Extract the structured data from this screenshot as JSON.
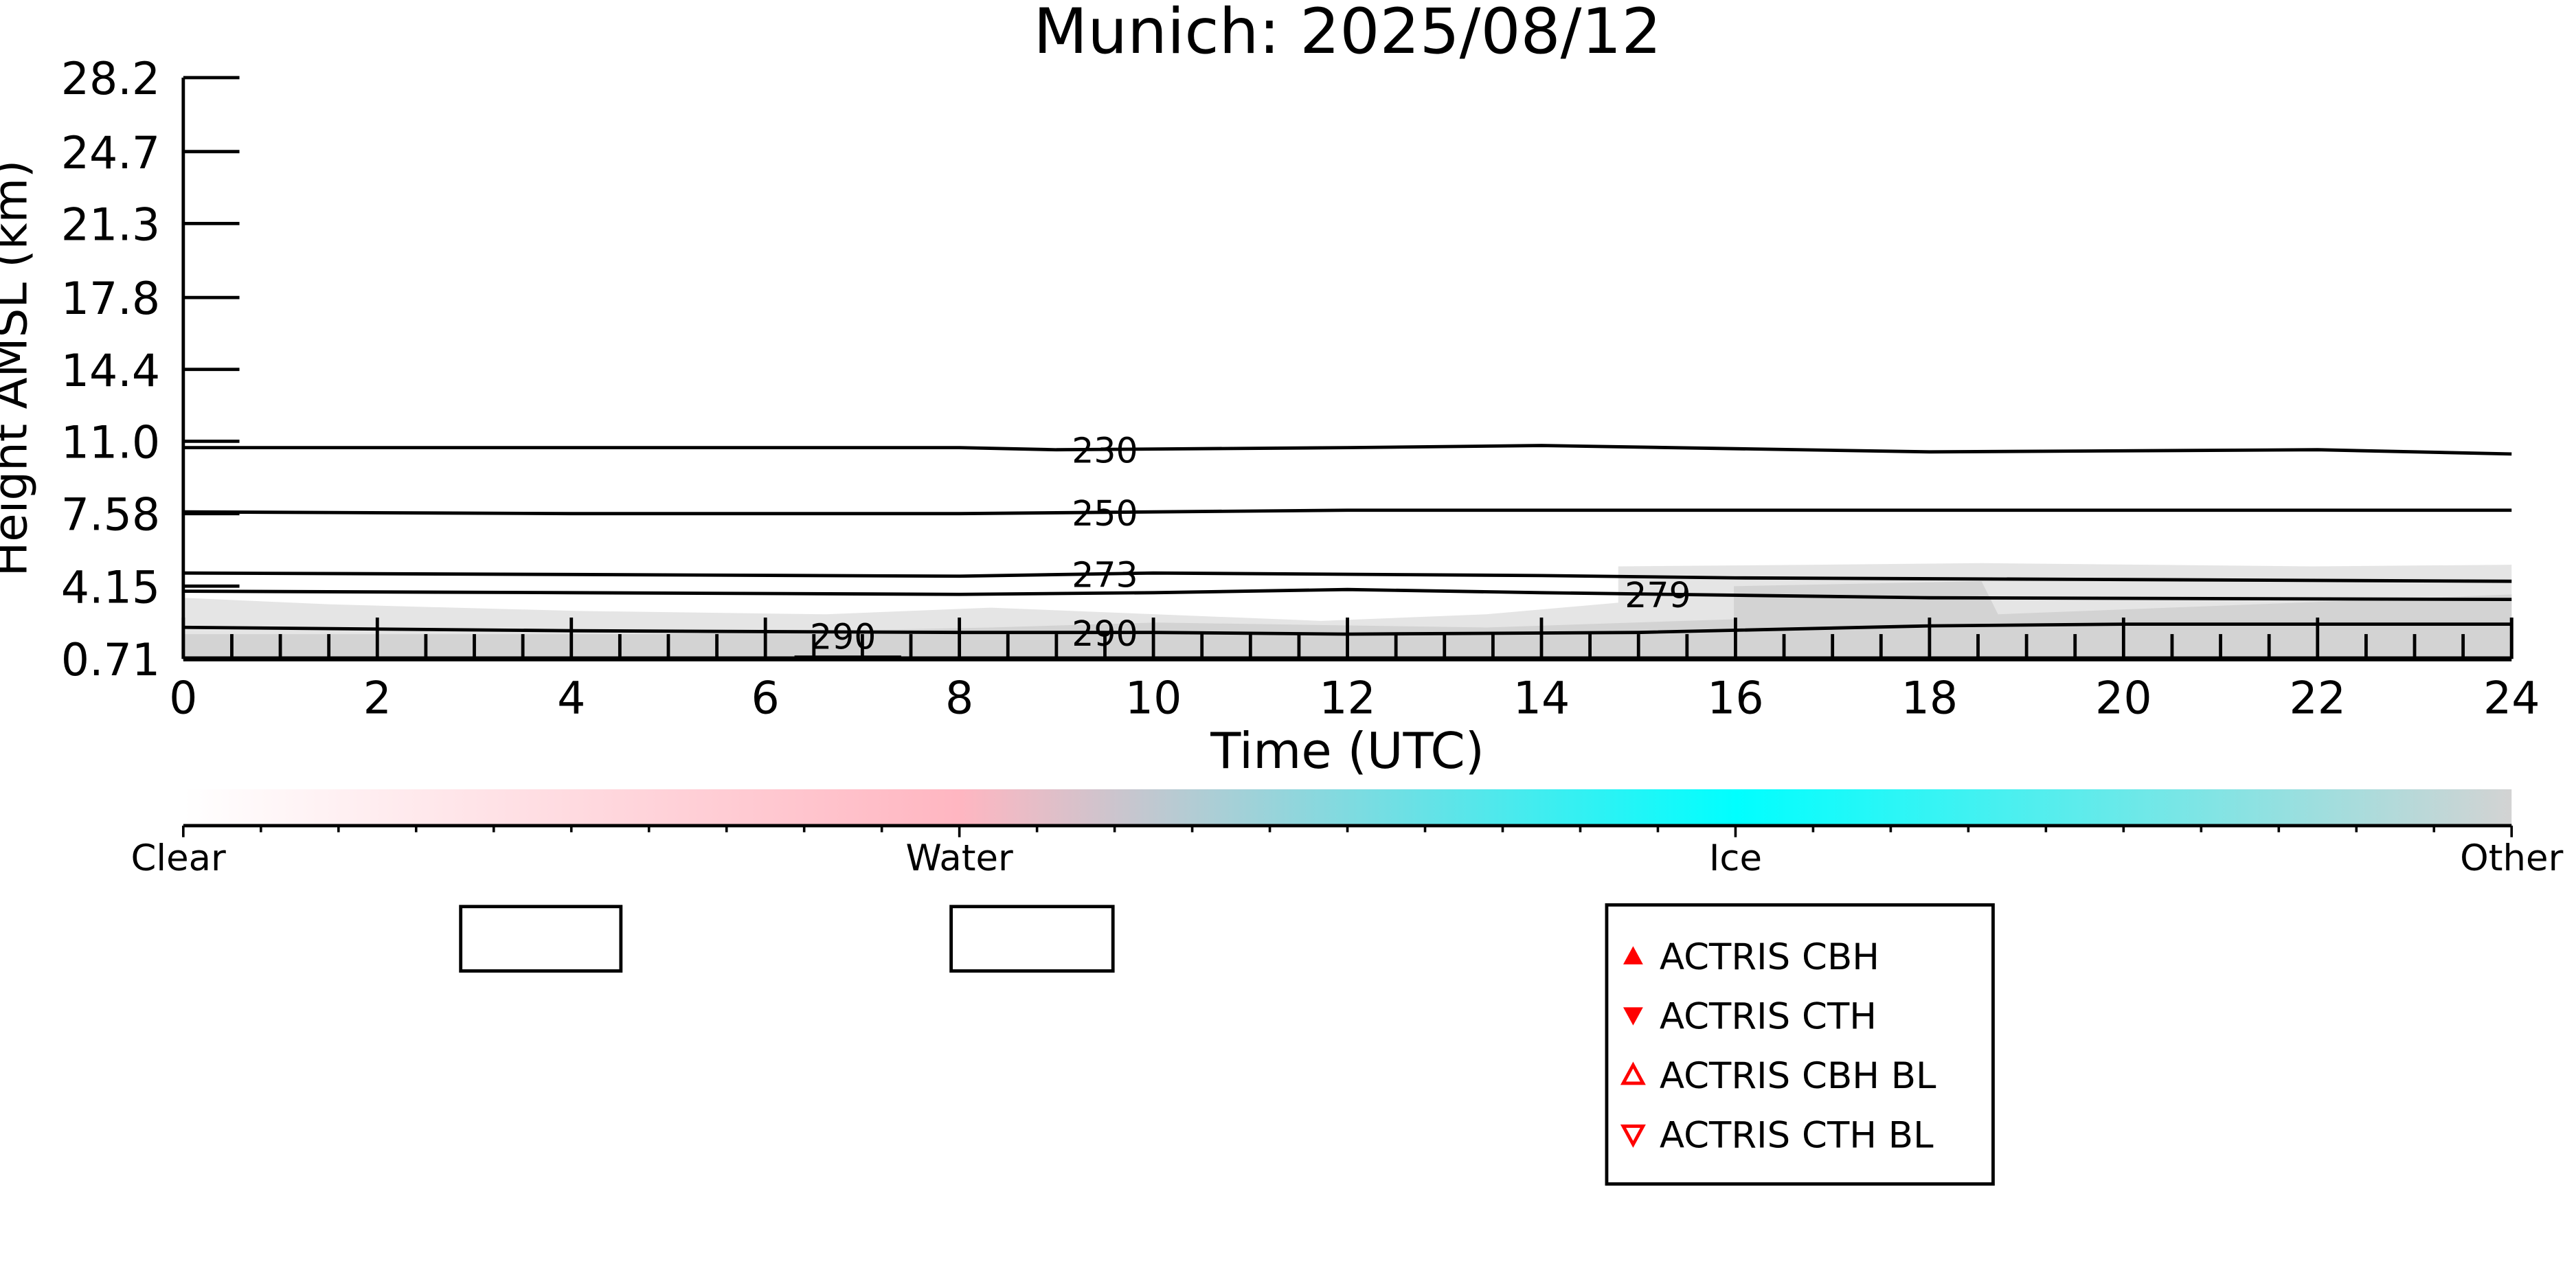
{
  "chart_data": {
    "type": "line",
    "title": "Munich: 2025/08/12",
    "xlabel": "Time (UTC)",
    "ylabel": "Height AMSL (km)",
    "xlim": [
      0,
      24
    ],
    "ylim": [
      0.71,
      28.2
    ],
    "x_ticks": [
      "0",
      "2",
      "4",
      "6",
      "8",
      "10",
      "12",
      "14",
      "16",
      "18",
      "20",
      "22",
      "24"
    ],
    "y_ticks": [
      "0.71",
      "4.15",
      "7.58",
      "11.0",
      "14.4",
      "17.8",
      "21.3",
      "24.7",
      "28.2"
    ],
    "y_tick_values": [
      0.71,
      4.15,
      7.58,
      11.0,
      14.4,
      17.8,
      21.3,
      24.7,
      28.2
    ],
    "contours": [
      {
        "label": "230",
        "hours": [
          0,
          4,
          8,
          9,
          12,
          14,
          18,
          22,
          24
        ],
        "height_km": [
          10.7,
          10.7,
          10.7,
          10.6,
          10.7,
          10.8,
          10.5,
          10.6,
          10.4
        ]
      },
      {
        "label": "250",
        "hours": [
          0,
          4,
          8,
          12,
          16,
          20,
          24
        ],
        "height_km": [
          7.66,
          7.58,
          7.58,
          7.74,
          7.74,
          7.74,
          7.74
        ]
      },
      {
        "label": "273",
        "hours": [
          0,
          4,
          8,
          10,
          14,
          16,
          20,
          24
        ],
        "height_km": [
          4.77,
          4.7,
          4.62,
          4.77,
          4.65,
          4.54,
          4.46,
          4.38
        ]
      },
      {
        "label": "279",
        "hours": [
          0,
          4,
          8,
          10,
          12,
          14,
          18,
          24
        ],
        "height_km": [
          3.91,
          3.84,
          3.76,
          3.84,
          3.99,
          3.84,
          3.6,
          3.52
        ]
      },
      {
        "label": "290",
        "hours": [
          0,
          4,
          8,
          10,
          12,
          15,
          18,
          20,
          22,
          24
        ],
        "height_km": [
          2.2,
          2.04,
          1.96,
          1.96,
          1.88,
          1.96,
          2.27,
          2.35,
          2.35,
          2.35
        ]
      },
      {
        "label": "290",
        "hours": [
          6.3,
          7.4
        ],
        "height_km": [
          0.79,
          0.79
        ]
      }
    ],
    "colorbar": {
      "labels": [
        "Clear",
        "Water",
        "Ice",
        "Other"
      ],
      "colors": [
        "#ffffff",
        "#ffb6c1",
        "#00ffff",
        "#d3d3d3"
      ]
    },
    "legend": {
      "placement": "bottom-right",
      "entries": [
        {
          "label": "ACTRIS CBH",
          "marker": "triangle-up-filled"
        },
        {
          "label": "ACTRIS CTH",
          "marker": "triangle-down-filled"
        },
        {
          "label": "ACTRIS CBH BL",
          "marker": "triangle-up-open"
        },
        {
          "label": "ACTRIS CTH BL",
          "marker": "triangle-down-open"
        }
      ],
      "marker_color": "#ff0000"
    },
    "cloud_color": "#d3d3d3"
  }
}
